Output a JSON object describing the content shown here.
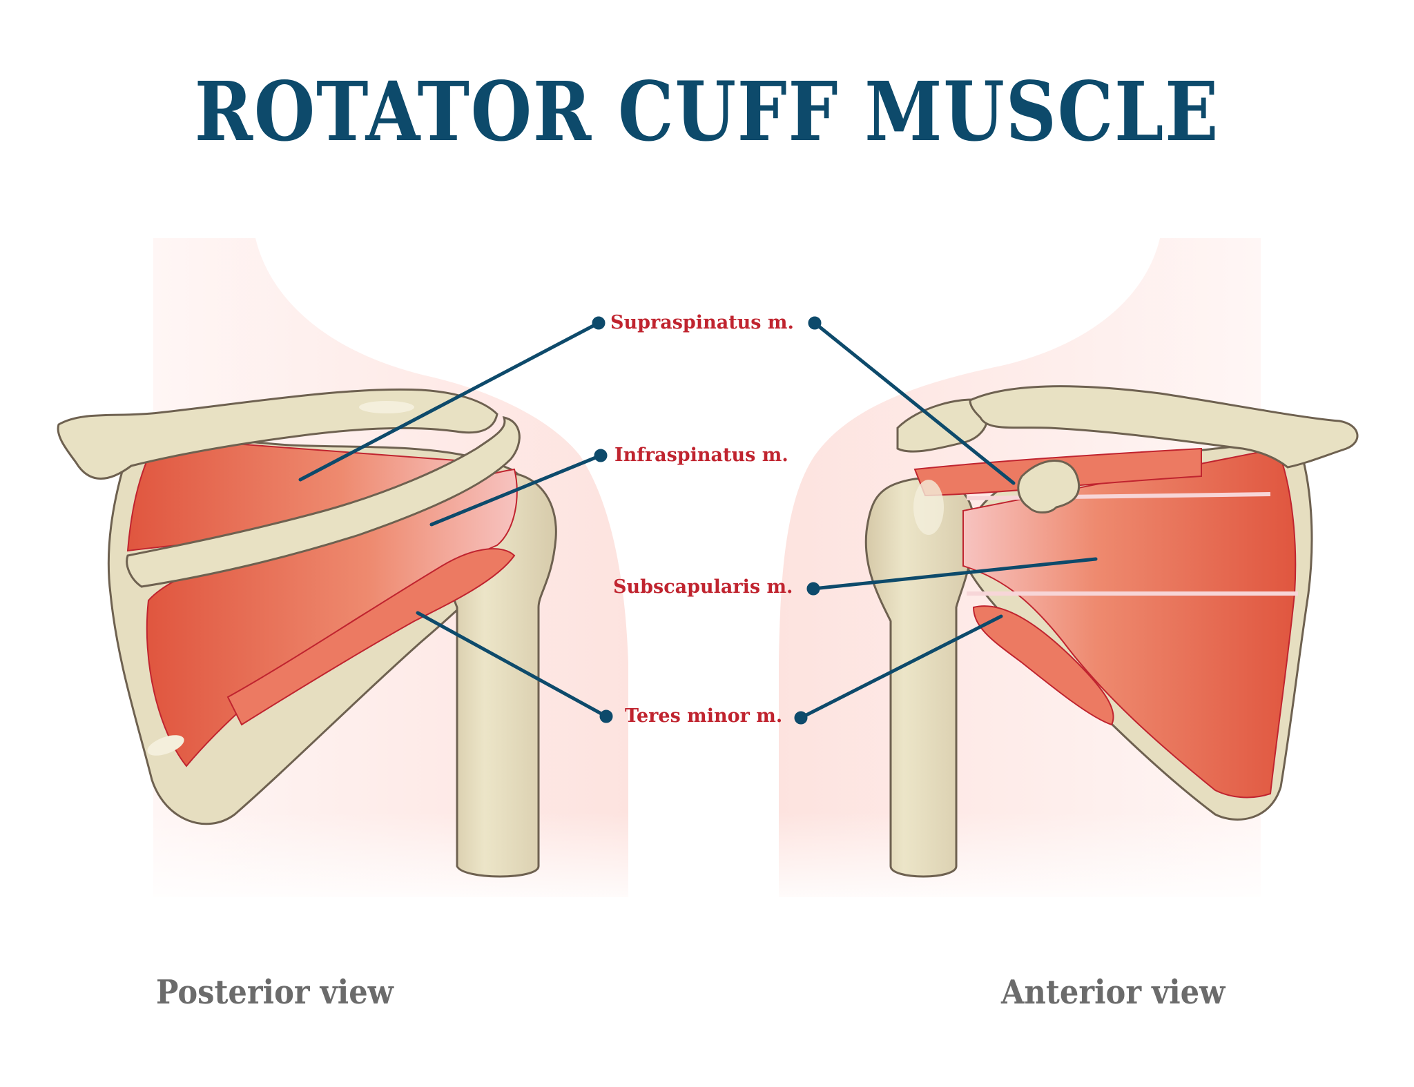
{
  "title": "ROTATOR CUFF MUSCLE",
  "colors": {
    "title": "#0d4a6b",
    "label_text": "#c0242f",
    "leader_line": "#0d4a6b",
    "view_caption": "#6b6b6b",
    "bone": "#e8e1c3",
    "bone_outline": "#6e6150",
    "muscle": "#e2604a",
    "muscle_light": "#f3a088",
    "skin": "#fdecea"
  },
  "labels": [
    {
      "id": "supraspinatus",
      "text": "Supraspinatus m."
    },
    {
      "id": "infraspinatus",
      "text": "Infraspinatus m."
    },
    {
      "id": "subscapularis",
      "text": "Subscapularis m."
    },
    {
      "id": "teres_minor",
      "text": "Teres minor m."
    }
  ],
  "views": {
    "left": "Posterior view",
    "right": "Anterior view"
  }
}
